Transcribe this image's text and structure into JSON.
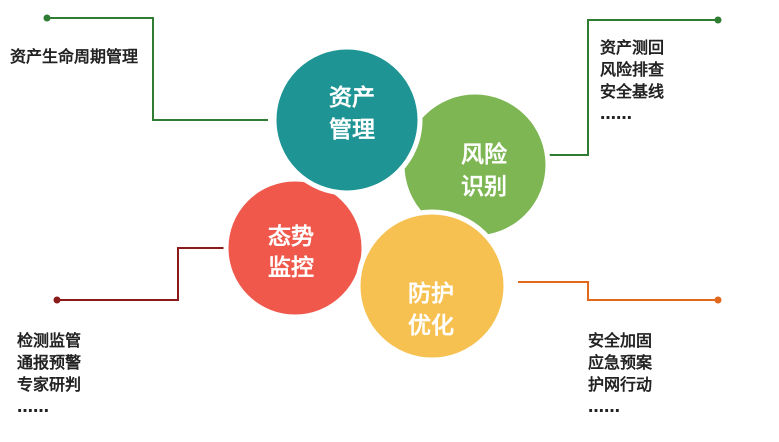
{
  "colors": {
    "teal": "#1E9494",
    "green": "#7DB653",
    "red": "#F0584C",
    "yellow": "#F7C152",
    "line_green": "#2E7D32",
    "line_red": "#8B1A1A",
    "line_orange": "#E0691E"
  },
  "petals": {
    "asset": {
      "line1": "资产",
      "line2": "管理"
    },
    "risk": {
      "line1": "风险",
      "line2": "识别"
    },
    "monitor": {
      "line1": "态势",
      "line2": "监控"
    },
    "defense": {
      "line1": "防护",
      "line2": "优化"
    }
  },
  "notes": {
    "top_left": {
      "line1": "资产生命周期管理"
    },
    "top_right": {
      "line1": "资产测回",
      "line2": "风险排查",
      "line3": "安全基线",
      "line4": "……"
    },
    "bottom_left": {
      "line1": "检测监管",
      "line2": "通报预警",
      "line3": "专家研判",
      "line4": "……"
    },
    "bottom_right": {
      "line1": "安全加固",
      "line2": "应急预案",
      "line3": "护网行动",
      "line4": "……"
    }
  }
}
